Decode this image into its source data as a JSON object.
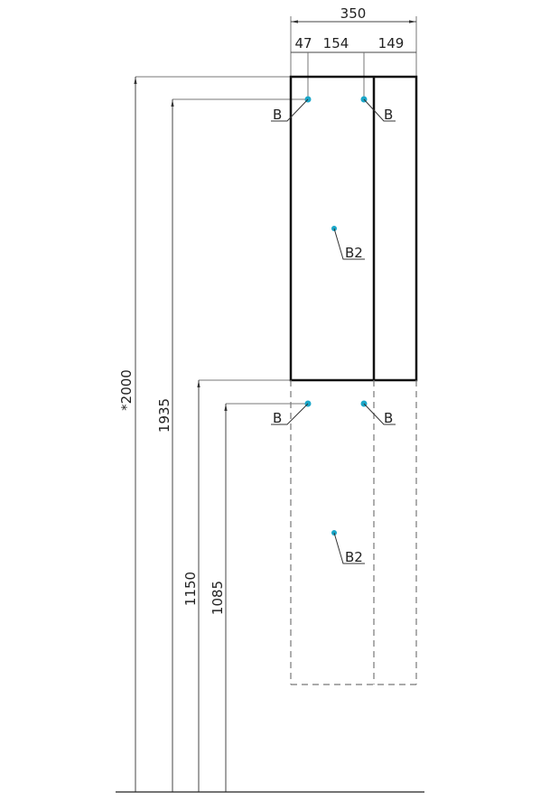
{
  "dimensions": {
    "overall_width": "350",
    "offset_left": "47",
    "spacing": "154",
    "offset_right": "149",
    "total_height": "*2000",
    "upper_mount_height": "1935",
    "lower_cabinet_top": "1150",
    "lower_mount_height": "1085"
  },
  "labels": {
    "mount_point": "B",
    "center_point": "B2"
  },
  "colors": {
    "mount_dot": "#1aa7c9"
  }
}
